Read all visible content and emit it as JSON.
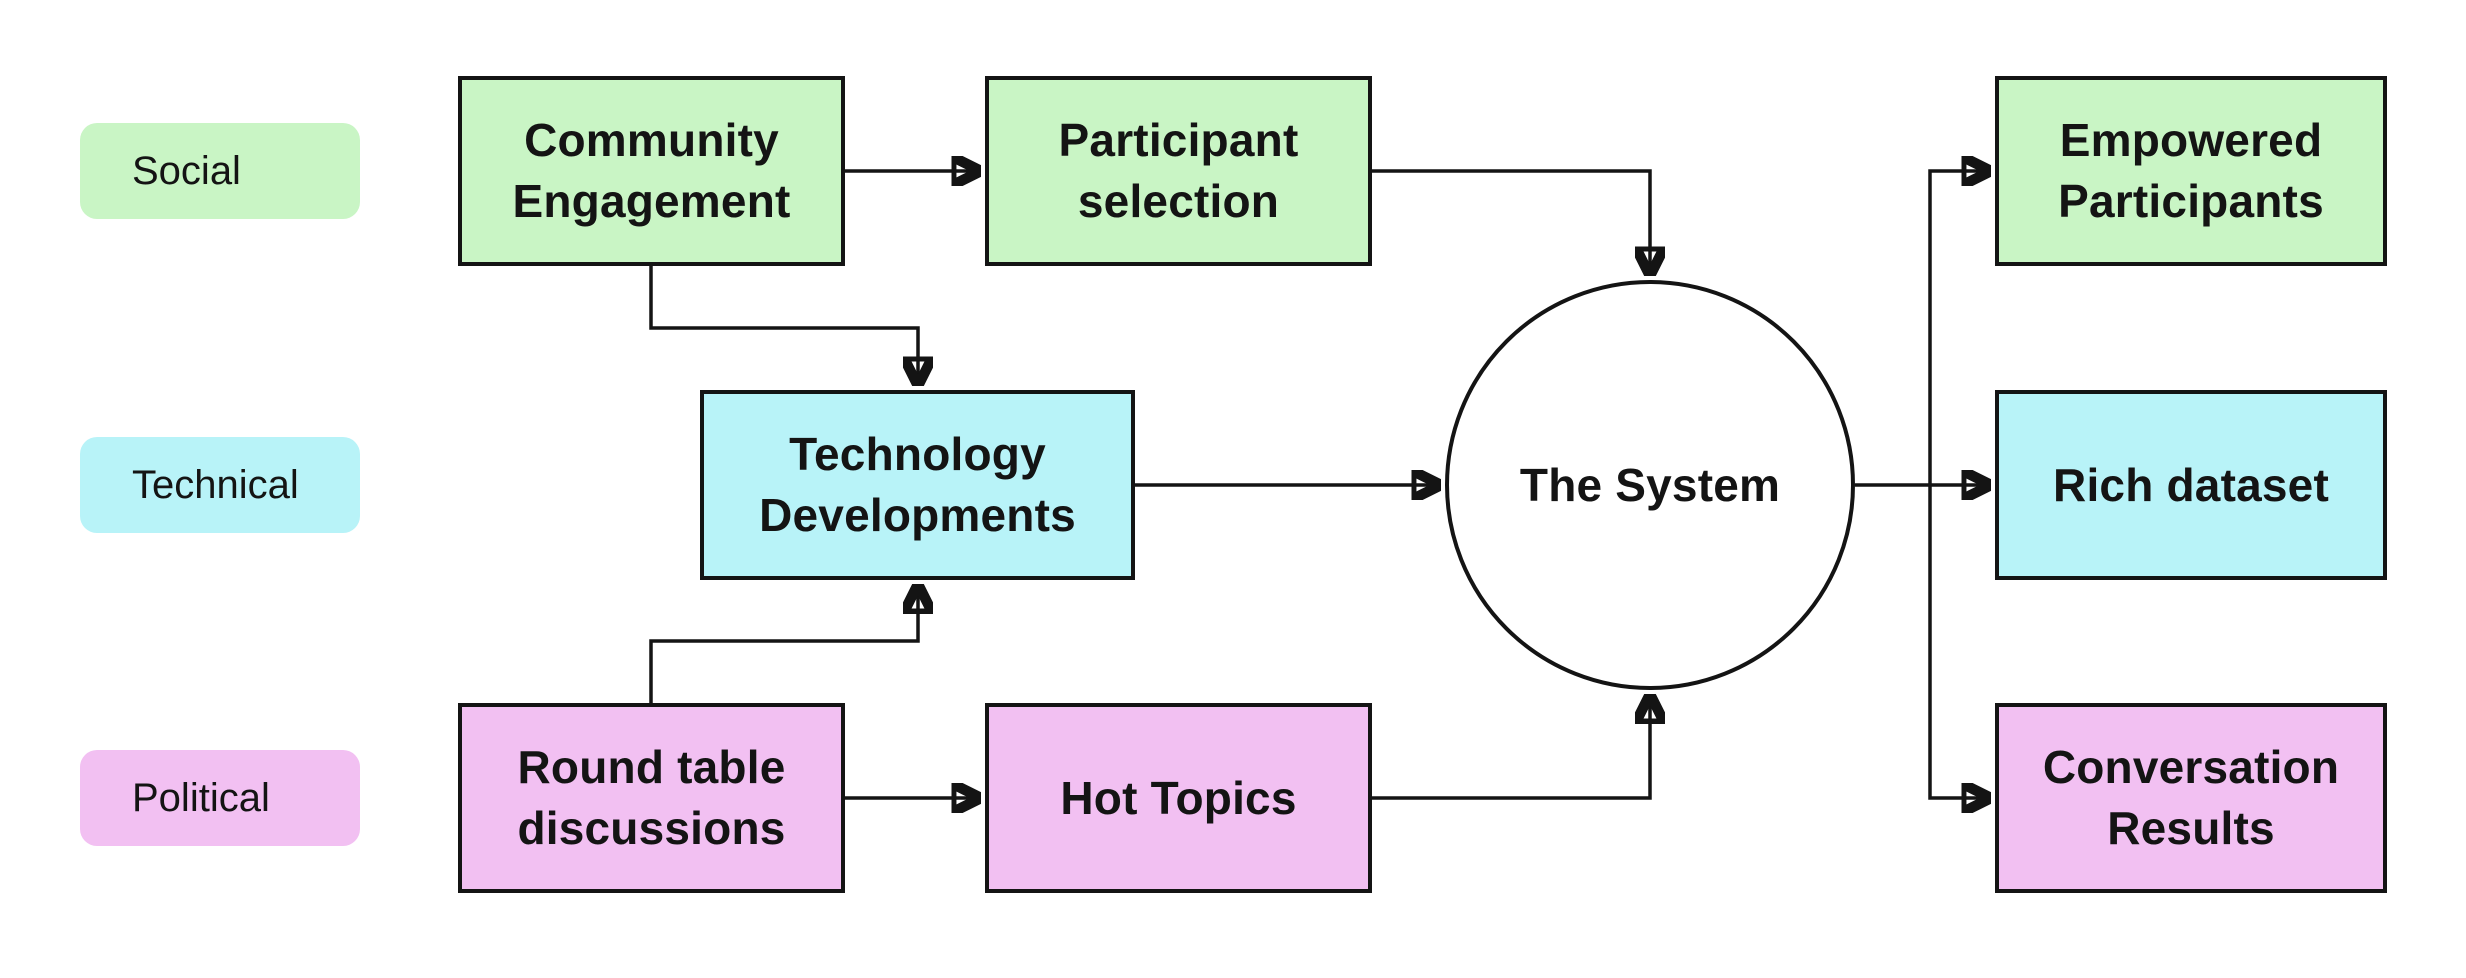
{
  "colors": {
    "green": "#c9f5c5",
    "cyan": "#b8f3f8",
    "pink": "#f2c0f2",
    "ink": "#141414",
    "background": "#ffffff"
  },
  "legend": {
    "social": {
      "label": "Social",
      "color": "#c9f5c5"
    },
    "technical": {
      "label": "Technical",
      "color": "#b8f3f8"
    },
    "political": {
      "label": "Political",
      "color": "#f2c0f2"
    }
  },
  "nodes": {
    "community_engagement": {
      "label": "Community Engagement",
      "category": "Social",
      "shape": "rect"
    },
    "participant_selection": {
      "label": "Participant selection",
      "category": "Social",
      "shape": "rect"
    },
    "technology_developments": {
      "label": "Technology Developments",
      "category": "Technical",
      "shape": "rect"
    },
    "round_table_discussions": {
      "label": "Round table discussions",
      "category": "Political",
      "shape": "rect"
    },
    "hot_topics": {
      "label": "Hot Topics",
      "category": "Political",
      "shape": "rect"
    },
    "the_system": {
      "label": "The System",
      "category": "System",
      "shape": "circle"
    },
    "empowered_participants": {
      "label": "Empowered Participants",
      "category": "Social",
      "shape": "rect"
    },
    "rich_dataset": {
      "label": "Rich dataset",
      "category": "Technical",
      "shape": "rect"
    },
    "conversation_results": {
      "label": "Conversation Results",
      "category": "Political",
      "shape": "rect"
    }
  },
  "edges": [
    {
      "from": "Community Engagement",
      "to": "Participant selection"
    },
    {
      "from": "Participant selection",
      "to": "The System"
    },
    {
      "from": "Community Engagement",
      "to": "Technology Developments"
    },
    {
      "from": "Round table discussions",
      "to": "Technology Developments"
    },
    {
      "from": "Round table discussions",
      "to": "Hot Topics"
    },
    {
      "from": "Technology Developments",
      "to": "The System"
    },
    {
      "from": "Hot Topics",
      "to": "The System"
    },
    {
      "from": "The System",
      "to": "Empowered Participants"
    },
    {
      "from": "The System",
      "to": "Rich dataset"
    },
    {
      "from": "The System",
      "to": "Conversation Results"
    }
  ]
}
